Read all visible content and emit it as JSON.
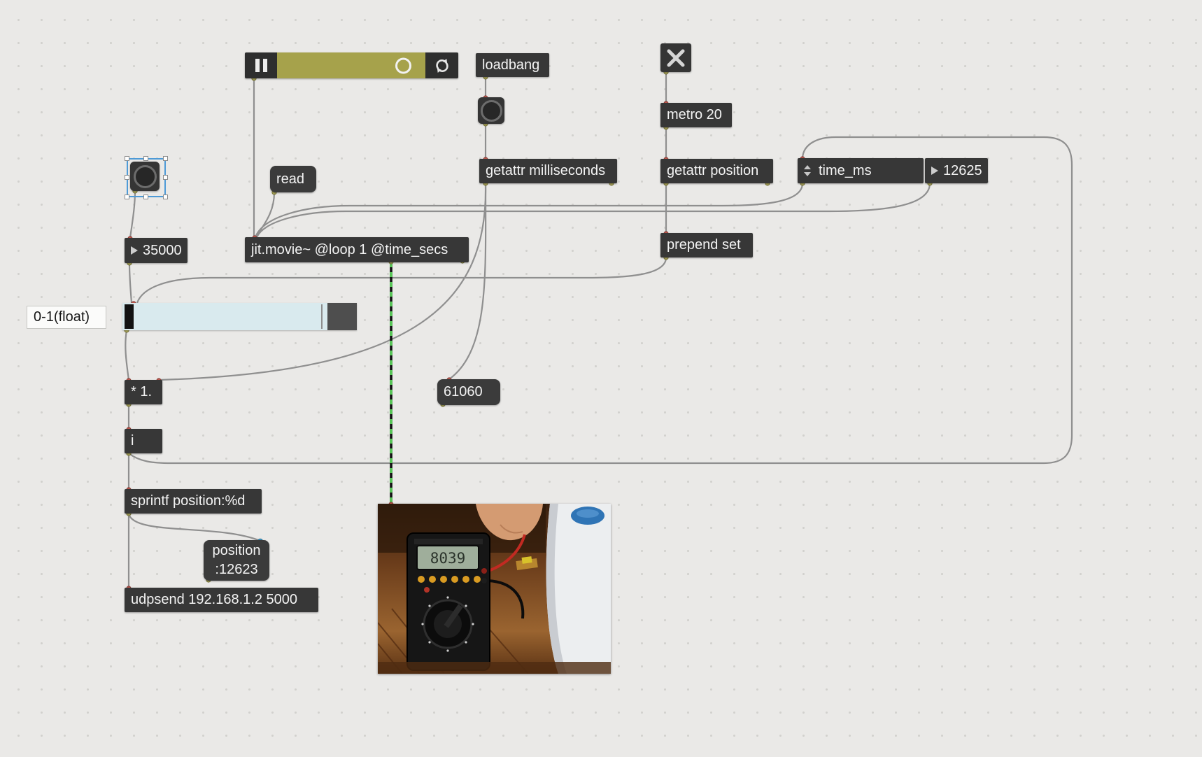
{
  "patcher": {
    "comment": "0-1(float)",
    "objects": {
      "loadbang": "loadbang",
      "metro_20": "metro 20",
      "getattr_milliseconds": "getattr milliseconds",
      "getattr_position": "getattr position",
      "prepend_set": "prepend set",
      "jit_movie": "jit.movie~ @loop 1 @time_secs",
      "multiply": "* 1.",
      "int_i": "i",
      "sprintf": "sprintf position:%d",
      "udpsend": "udpsend 192.168.1.2 5000"
    },
    "messages": {
      "read": "read",
      "milliseconds_value": "61060",
      "position_msg_line1": "position",
      "position_msg_line2": ":12623"
    },
    "number_boxes": {
      "duration": "35000",
      "time_value": "12625"
    },
    "menu": {
      "time_ms": "time_ms"
    }
  },
  "preview": {
    "lcd_reading": "8039"
  },
  "colors": {
    "box_dark": "#373737",
    "playbar_track_olive": "#a6a24b",
    "slider_fill_blue": "#d9eaee",
    "selection_blue": "#4e9ad6",
    "patch_cord_gray": "#8f8f8f",
    "jit_cord_green": "#57c957",
    "inlet_red": "#c05a50",
    "outlet_olive": "#a9a45a"
  }
}
